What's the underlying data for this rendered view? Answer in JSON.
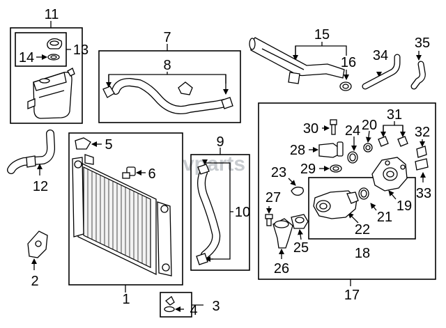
{
  "watermark": "vparts",
  "callouts": {
    "c1": "1",
    "c2": "2",
    "c3": "3",
    "c4": "4",
    "c5": "5",
    "c6": "6",
    "c7": "7",
    "c8": "8",
    "c9": "9",
    "c10": "10",
    "c11": "11",
    "c12": "12",
    "c13": "13",
    "c14": "14",
    "c15": "15",
    "c16": "16",
    "c17": "17",
    "c18": "18",
    "c19": "19",
    "c20": "20",
    "c21": "21",
    "c22": "22",
    "c23": "23",
    "c24": "24",
    "c25": "25",
    "c26": "26",
    "c27": "27",
    "c28": "28",
    "c29": "29",
    "c30": "30",
    "c31": "31",
    "c32": "32",
    "c33": "33",
    "c34": "34",
    "c35": "35"
  },
  "part_icons": {
    "reservoir": "reservoir-tank-icon",
    "radiator": "radiator-icon",
    "thermostat_housing": "thermostat-housing-icon",
    "water_pipe": "water-pipe-icon"
  }
}
